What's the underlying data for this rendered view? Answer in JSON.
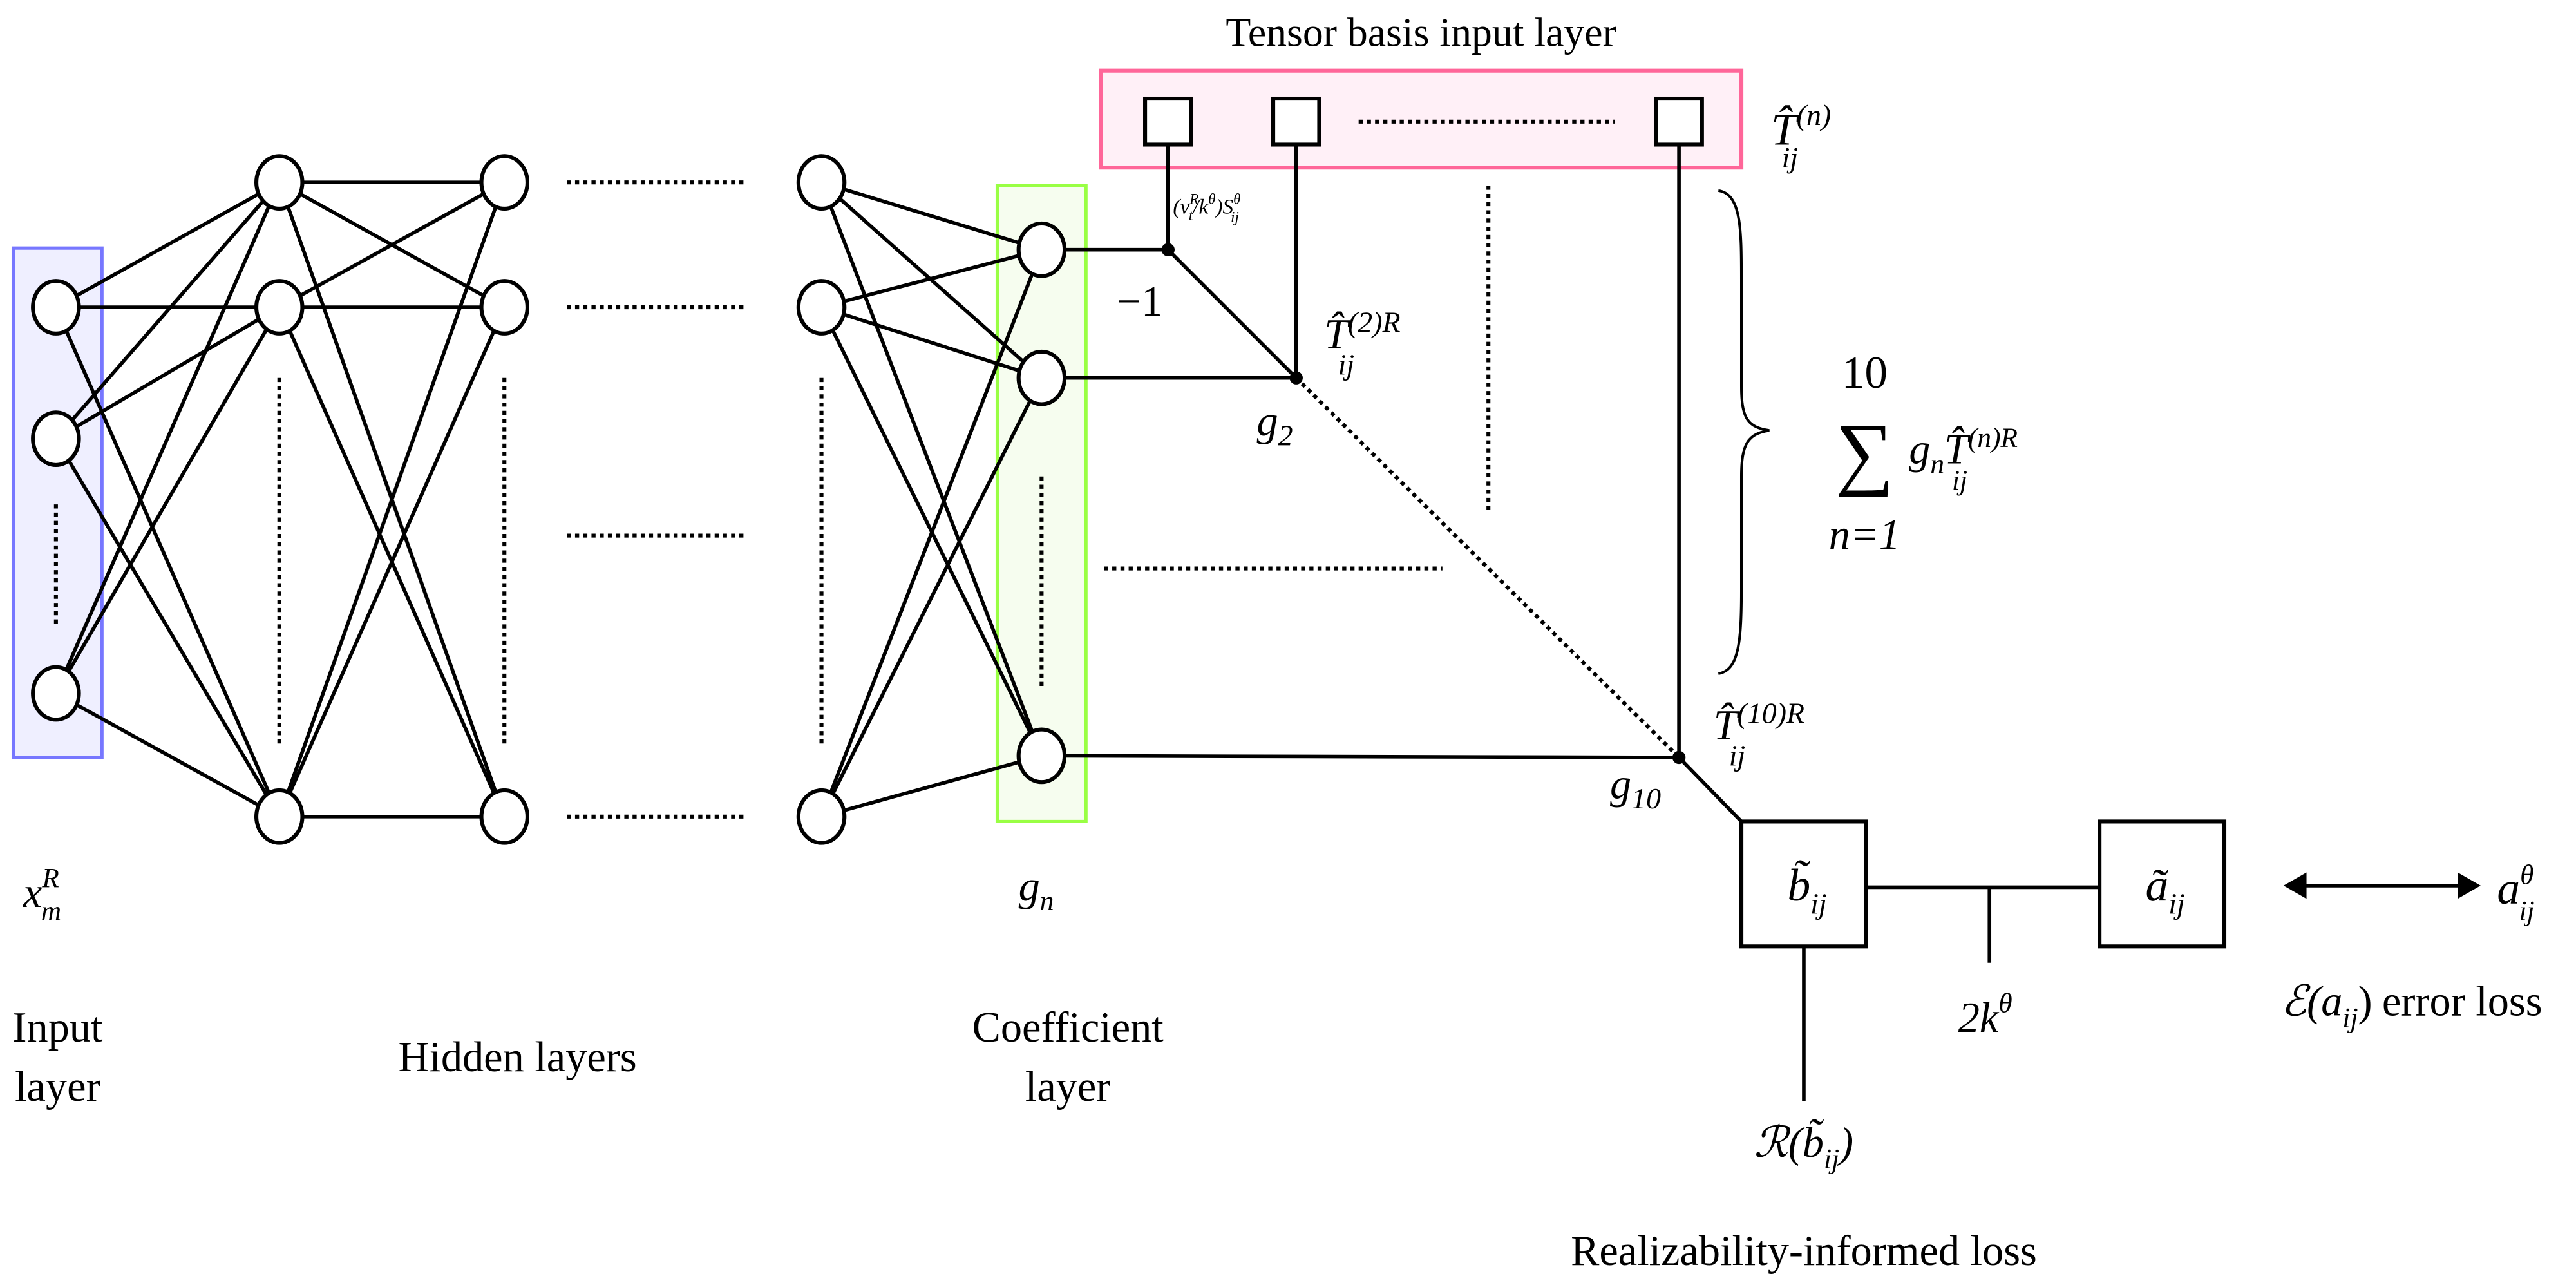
{
  "colors": {
    "input_layer_stroke": "#7777ff",
    "input_layer_fill": "#efefff",
    "coefficient_layer_stroke": "#99ff44",
    "coefficient_layer_fill": "#f6fdef",
    "tensor_layer_stroke": "#ff6699",
    "tensor_layer_fill": "#fff0f7"
  },
  "labels": {
    "tensor_basis_title": "Tensor basis input layer",
    "input_layer": [
      "Input",
      "layer"
    ],
    "hidden_layers": "Hidden layers",
    "coefficient_layer": [
      "Coefficient",
      "layer"
    ],
    "realizability_loss": "Realizability-informed loss",
    "error_loss_text": "error loss"
  },
  "math": {
    "x_m_R": {
      "base": "x",
      "sub": "m",
      "sup": "R"
    },
    "g_n": {
      "base": "g",
      "sub": "n"
    },
    "T_n": {
      "base": "T̂",
      "sub": "ij",
      "sup": "(n)"
    },
    "strain_term": {
      "pre": "(ν",
      "sub1": "t",
      "sup1": "R",
      "mid": "/k",
      "sup2": "θ",
      "mid2": ")S",
      "sup3": "θ",
      "sub3": "ij"
    },
    "minus_one": "−1",
    "T_2R": {
      "base": "T̂",
      "sub": "ij",
      "sup": "(2)R"
    },
    "g_2": {
      "base": "g",
      "sub": "2"
    },
    "sum": {
      "upper": "10",
      "symbol": "∑",
      "lower": "n=1",
      "g": "g",
      "g_sub": "n",
      "T": "T̂",
      "T_sub": "ij",
      "T_sup": "(n)R"
    },
    "T_10R": {
      "base": "T̂",
      "sub": "ij",
      "sup": "(10)R"
    },
    "g_10": {
      "base": "g",
      "sub": "10"
    },
    "b_tilde": {
      "base": "b̃",
      "sub": "ij"
    },
    "a_tilde": {
      "base": "ã",
      "sub": "ij"
    },
    "two_k_theta": {
      "base": "2k",
      "sup": "θ"
    },
    "a_theta": {
      "base": "a",
      "sub": "ij",
      "sup": "θ"
    },
    "R_b": {
      "pre": "ℛ(",
      "base": "b̃",
      "sub": "ij",
      "post": ")"
    },
    "E_a": {
      "pre": "ℰ(",
      "base": "a",
      "sub": "ij",
      "post": ")"
    }
  }
}
